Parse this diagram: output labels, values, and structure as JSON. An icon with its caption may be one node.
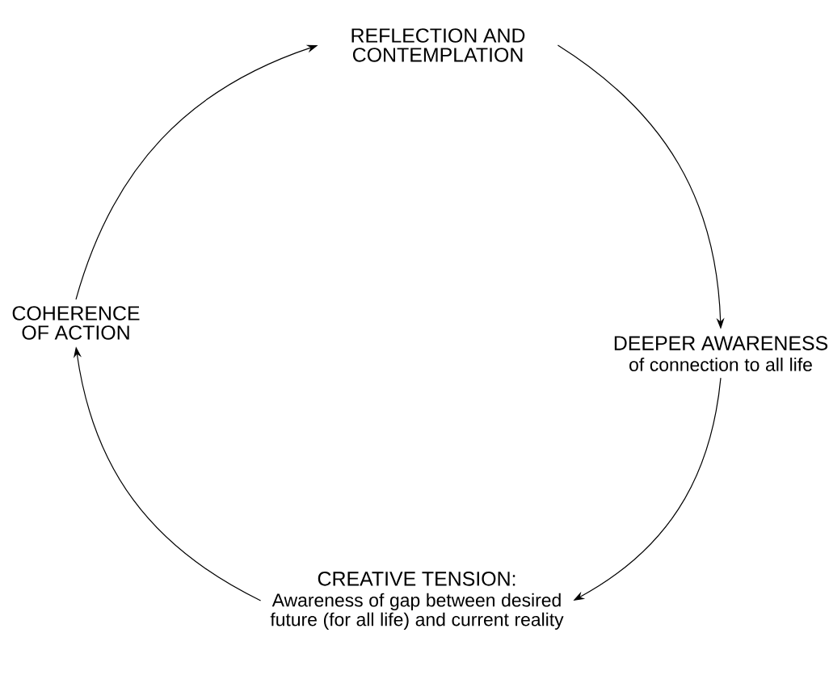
{
  "diagram": {
    "nodes": [
      {
        "text": [
          "REFLECTION AND CONTEMPLATION"
        ]
      },
      {
        "text": [
          "DEEPER AWARENESS",
          "of connection to all life"
        ]
      },
      {
        "text": [
          "CREATIVE TENSION:",
          "Awareness of gap between desired future (for all life) and current reality"
        ]
      },
      {
        "text": [
          "COHERENCE OF ACTION"
        ]
      }
    ],
    "edges": [
      {
        "from": 0,
        "to": 1,
        "arrow": "to"
      },
      {
        "from": 1,
        "to": 2,
        "arrow": "to"
      },
      {
        "from": 2,
        "to": 3,
        "arrow": "to"
      },
      {
        "from": 3,
        "to": 0,
        "arrow": "to"
      }
    ]
  }
}
